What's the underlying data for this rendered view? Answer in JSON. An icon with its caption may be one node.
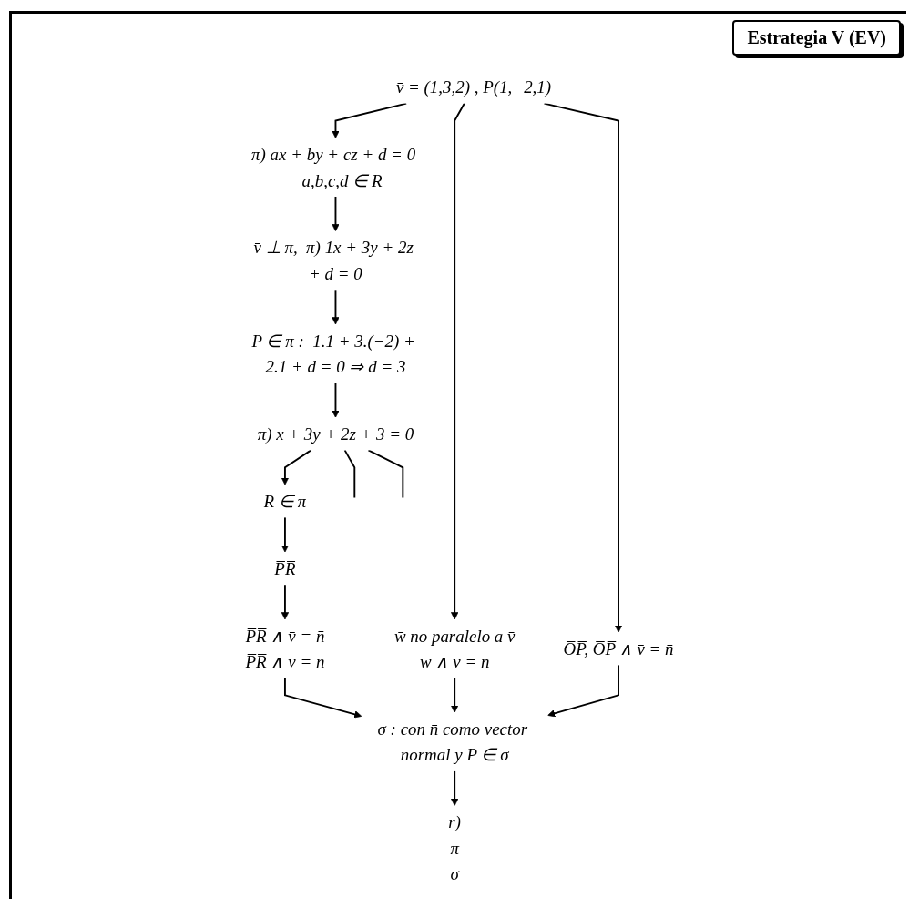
{
  "diagram": {
    "title": "Estrategia V (EV)",
    "nodes": [
      {
        "text": [
          "v̄ = (1,3,2) ,  P(1,−2,1)"
        ]
      },
      {
        "text": [
          "π) ax + by + cz + d = 0    a,b,c,d ∈ R"
        ]
      },
      {
        "text": [
          "v̄ ⊥ π,  π) 1x + 3y + 2z + d = 0"
        ]
      },
      {
        "text": [
          "P ∈ π :  1.1 + 3.(−2) + 2.1 + d = 0 ⇒ d = 3"
        ]
      },
      {
        "text": [
          "π) x + 3y + 2z + 3 = 0"
        ]
      },
      {
        "text": [
          "w̄ no paralelo a v̄",
          "w̄ ∧ v̄ = n̄"
        ]
      },
      {
        "text": [
          "R ∈ π"
        ]
      },
      {
        "text": [
          "O̅P̅,  O̅P̅ ∧ v̄ = n̄"
        ]
      },
      {
        "text": [
          "P̅R̅"
        ]
      },
      {
        "text": [
          "P̅R̅ ∧ v̄ = n̄",
          "P̅R̅ ∧ v̄ = n̄"
        ]
      },
      {
        "text": [
          "σ : con n̄ como vector normal y P ∈ σ"
        ]
      },
      {
        "text": [
          "r)",
          "π",
          "σ"
        ]
      }
    ],
    "edges": [
      {
        "from": 0,
        "to": 1,
        "arrow": "to"
      },
      {
        "from": 0,
        "to": 5,
        "arrow": "to"
      },
      {
        "from": 0,
        "to": 7,
        "arrow": "to"
      },
      {
        "from": 1,
        "to": 2,
        "arrow": "to"
      },
      {
        "from": 2,
        "to": 3,
        "arrow": "to"
      },
      {
        "from": 3,
        "to": 4,
        "arrow": "to"
      },
      {
        "from": 4,
        "to": 6,
        "arrow": "to"
      },
      {
        "from": 4,
        "to": null,
        "arrow": "none"
      },
      {
        "from": 4,
        "to": null,
        "arrow": "none"
      },
      {
        "from": 6,
        "to": 8,
        "arrow": "to"
      },
      {
        "from": 8,
        "to": 9,
        "arrow": "to"
      },
      {
        "from": 5,
        "to": 10,
        "arrow": "to"
      },
      {
        "from": 7,
        "to": 10,
        "arrow": "to"
      },
      {
        "from": 9,
        "to": 10,
        "arrow": "to"
      },
      {
        "from": 10,
        "to": 11,
        "arrow": "to"
      }
    ]
  }
}
